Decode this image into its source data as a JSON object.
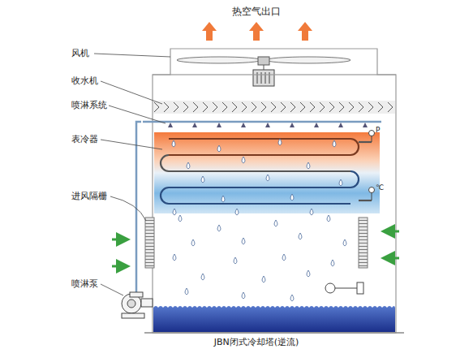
{
  "diagram": {
    "title": "热空气出口",
    "caption": "JBN闭式冷却塔(逆流)",
    "labels": [
      "风机",
      "收水机",
      "喷淋系统",
      "表冷器",
      "进风隔栅",
      "喷淋泵",
      "P",
      "℃"
    ]
  }
}
